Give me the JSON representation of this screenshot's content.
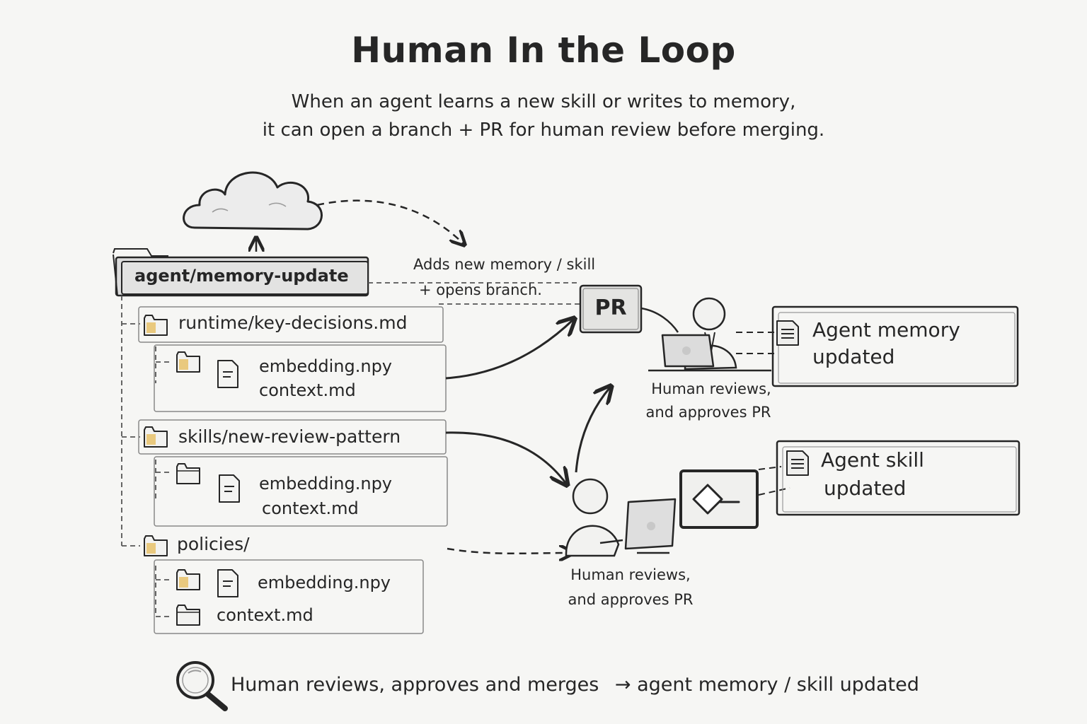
{
  "title": "Human In the Loop",
  "subtitle": {
    "line1": "When an agent learns a new skill or writes to memory,",
    "line2": "it can open a branch + PR for human review before merging."
  },
  "branch": {
    "name": "agent/memory-update",
    "annotation_line1": "Adds new memory / skill",
    "annotation_line2": "+ opens branch."
  },
  "tree": [
    {
      "folder": "runtime/key-decisions.md",
      "files": [
        "embedding.npy",
        "context.md"
      ]
    },
    {
      "folder": "skills/new-review-pattern",
      "files": [
        "embedding.npy",
        "context.md"
      ]
    },
    {
      "folder": "policies/",
      "files": [
        "embedding.npy",
        "context.md"
      ]
    }
  ],
  "pr_label": "PR",
  "reviewers": [
    {
      "line1": "Human reviews,",
      "line2": "and approves PR"
    },
    {
      "line1": "Human reviews,",
      "line2": "and approves PR"
    }
  ],
  "outcomes": [
    {
      "line1": "Agent memory",
      "line2": "updated"
    },
    {
      "line1": "Agent skill",
      "line2": "updated"
    }
  ],
  "footer": {
    "text": "Human reviews, approves  and merges",
    "arrow": "→",
    "result": "agent memory / skill updated"
  },
  "colors": {
    "ink": "#262626",
    "background": "#f6f6f4",
    "folder_fill": "#e9c97e",
    "cloud_fill": "#ececec"
  },
  "icons": [
    "cloud-icon",
    "folder-icon",
    "file-icon",
    "person-icon",
    "laptop-icon",
    "monitor-icon",
    "document-icon",
    "magnifier-icon"
  ]
}
